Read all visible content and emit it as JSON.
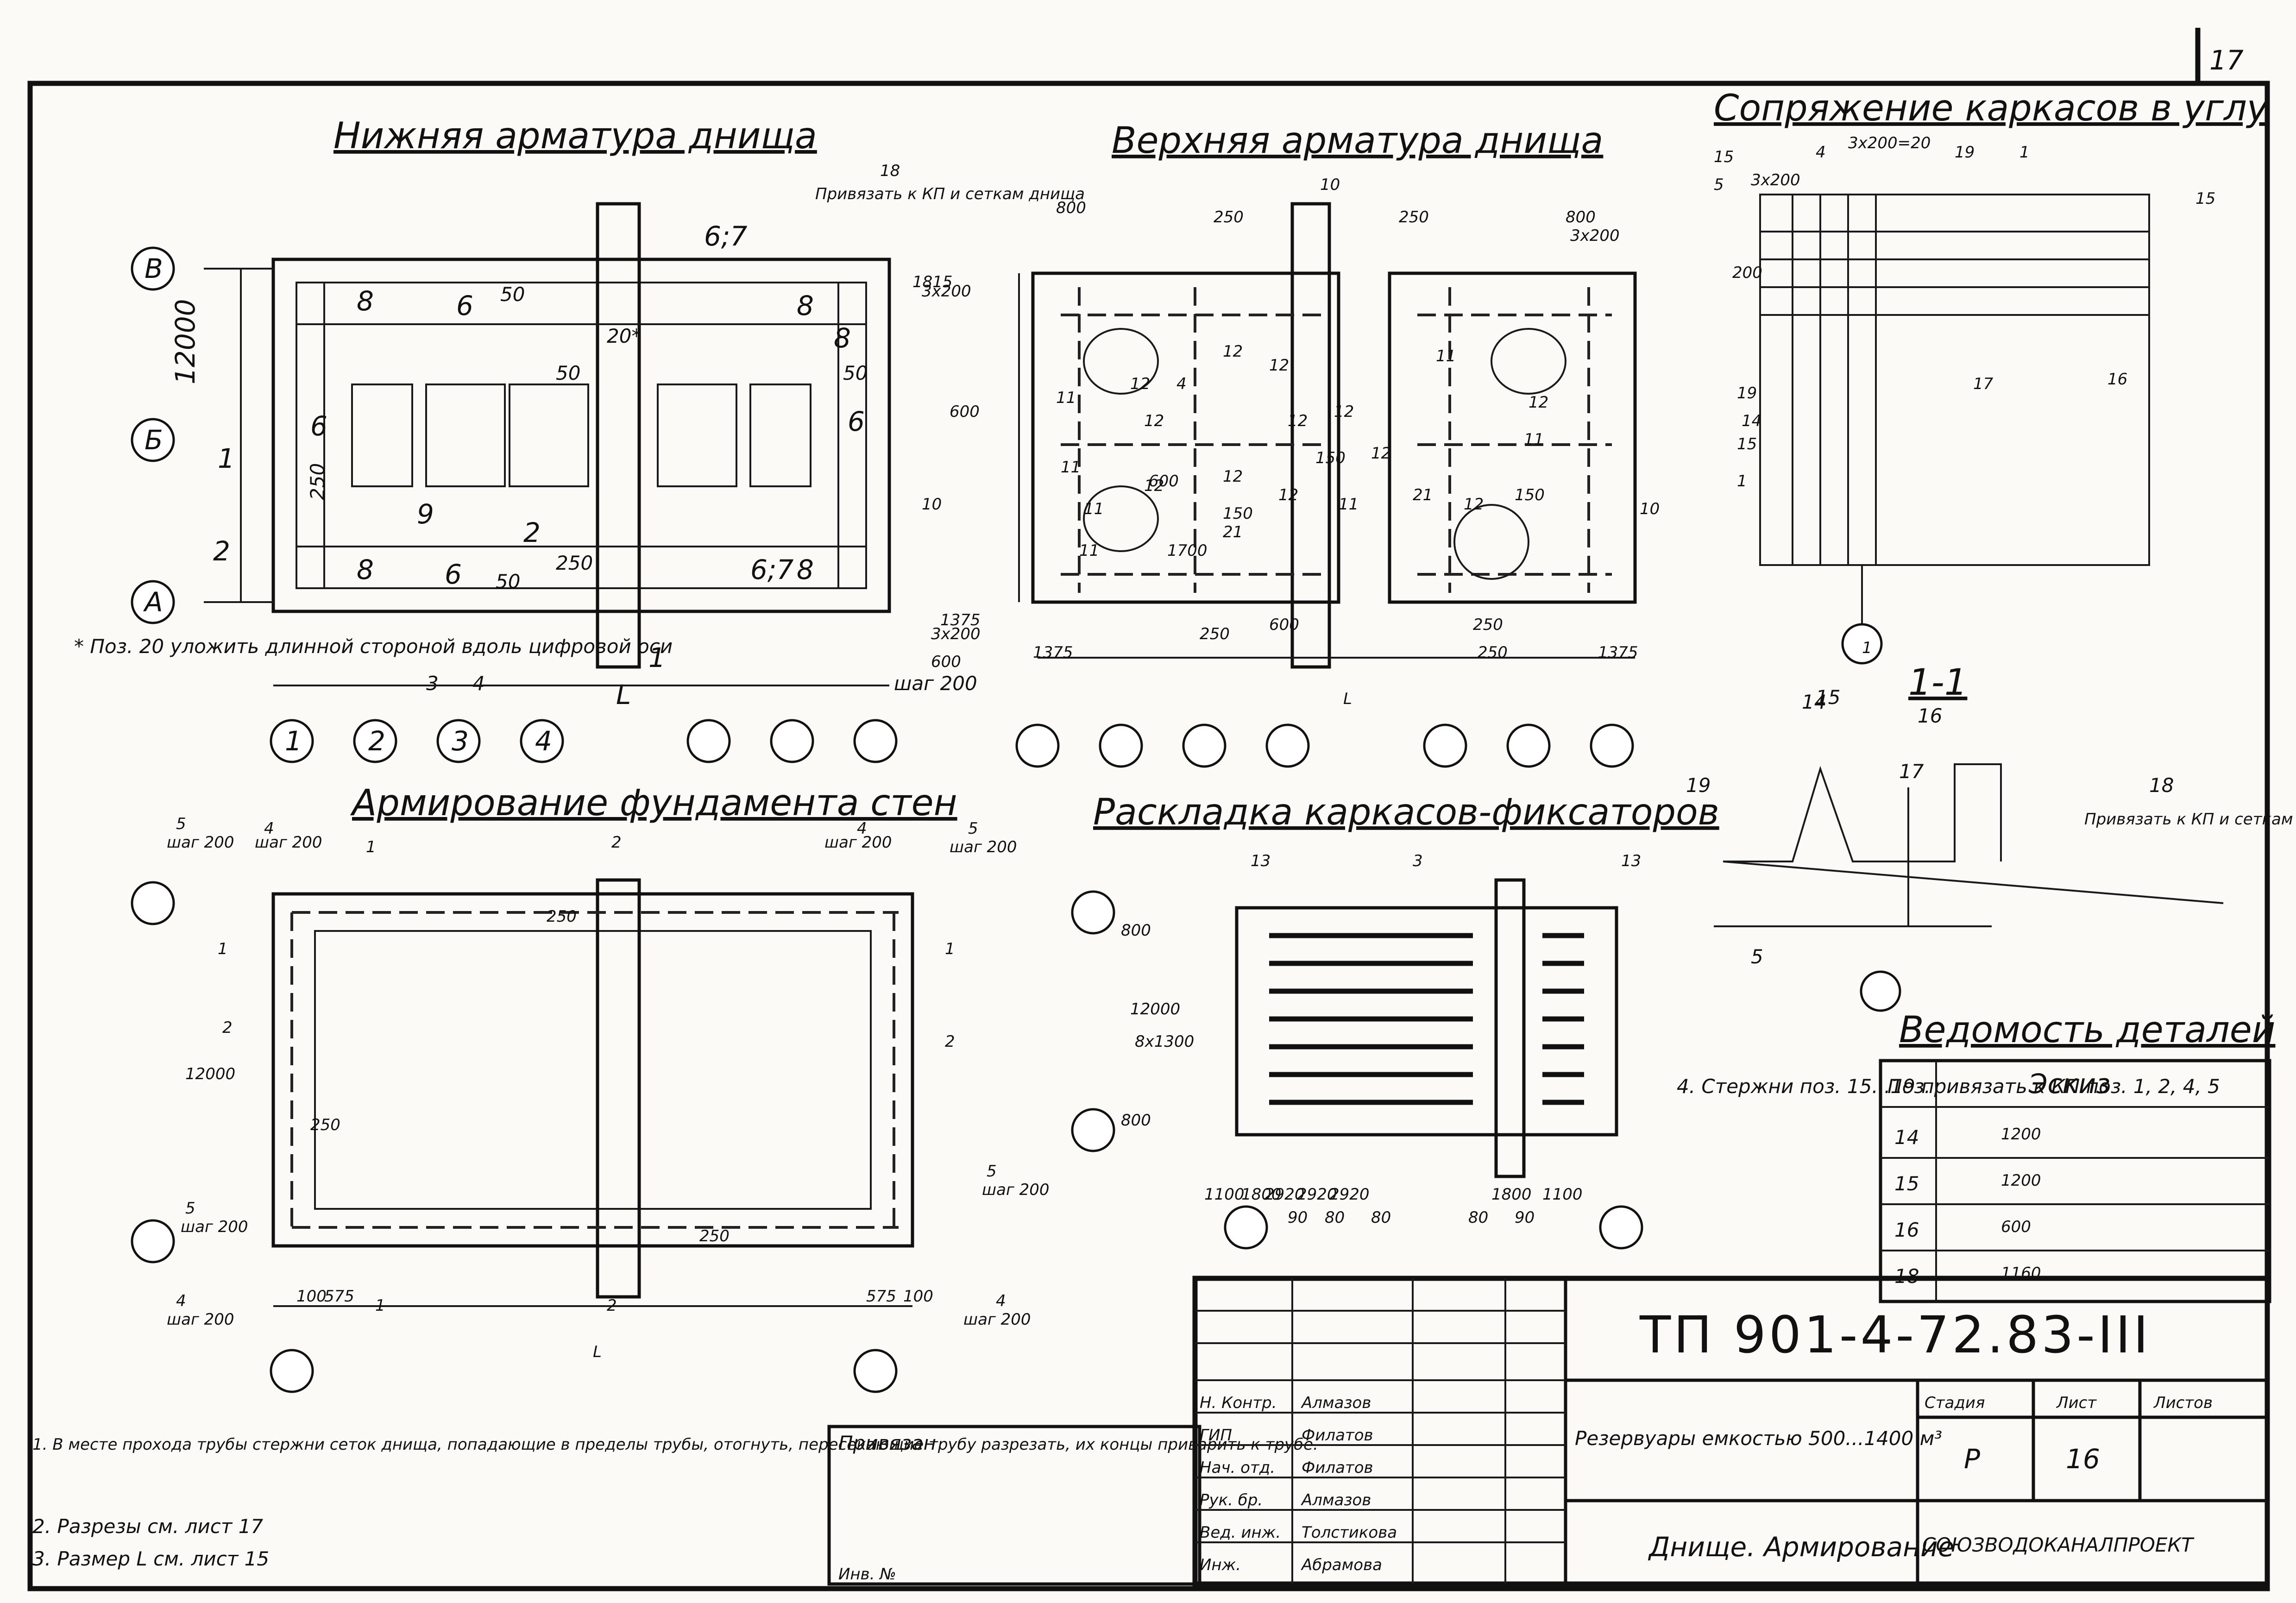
{
  "sheet_corner_number": "17",
  "views": {
    "bottom_rebar": {
      "title": "Нижняя арматура днища",
      "marks": [
        "6;7",
        "8",
        "6",
        "50",
        "8",
        "8",
        "50",
        "6",
        "20*",
        "9",
        "2",
        "250",
        "8",
        "6",
        "50",
        "8",
        "6;7",
        "1",
        "3",
        "4",
        "50",
        "6",
        "12000",
        "250",
        "L"
      ],
      "section_marks": [
        "1",
        "2"
      ],
      "footnote": "* Поз. 20 уложить длинной стороной вдоль цифровой оси"
    },
    "top_rebar": {
      "title": "Верхняя арматура днища",
      "marks": [
        "18",
        "10",
        "800",
        "250",
        "250",
        "800",
        "3x200",
        "1815",
        "3x200",
        "600",
        "12",
        "11",
        "12",
        "11",
        "12",
        "4",
        "12",
        "21",
        "12",
        "12",
        "12",
        "11",
        "600",
        "11",
        "12",
        "150",
        "12",
        "11",
        "12",
        "12",
        "11",
        "21",
        "12",
        "11",
        "250",
        "1375",
        "3x200",
        "600",
        "1375",
        "10",
        "250",
        "600",
        "250",
        "1375",
        "10",
        "150",
        "150",
        "1700",
        "L"
      ],
      "attach_note": "Привязать к КП и сеткам днища",
      "pitch_note": "шаг 200"
    },
    "corner_joint": {
      "title": "Сопряжение каркасов в углу",
      "marks": [
        "4",
        "3x200=20",
        "19",
        "1",
        "15",
        "15",
        "5",
        "3x200",
        "200",
        "17",
        "16",
        "19",
        "14",
        "15",
        "1",
        "1"
      ],
      "section_title": "1-1"
    },
    "section_1_1": {
      "marks": [
        "14",
        "15",
        "16",
        "17",
        "19",
        "5",
        "18"
      ],
      "attach_note": "Привязать к КП и сеткам днища"
    },
    "wall_foundation": {
      "title": "Армирование фундамента стен",
      "marks": [
        "5",
        "шаг 200",
        "4",
        "шаг 200",
        "1",
        "2",
        "4",
        "шаг 200",
        "5",
        "шаг 200",
        "250",
        "1",
        "1",
        "2",
        "2",
        "250",
        "12000",
        "5",
        "шаг 200",
        "250",
        "5",
        "шаг 200",
        "4",
        "шаг 200",
        "100",
        "575",
        "1",
        "2",
        "575",
        "100",
        "4",
        "шаг 200",
        "L"
      ]
    },
    "frame_layout": {
      "title": "Раскладка каркасов-фиксаторов",
      "marks": [
        "13",
        "3",
        "13",
        "800",
        "8x1300",
        "12000",
        "800",
        "1100",
        "1800",
        "2920",
        "2920",
        "2920",
        "1800",
        "1100",
        "90",
        "80",
        "80",
        "80",
        "90"
      ],
      "note": "4. Стержни поз. 15...19 привязать к КП поз. 1, 2, 4, 5"
    }
  },
  "axes": {
    "letters": [
      "В",
      "Б",
      "А"
    ],
    "numbers": [
      "1",
      "2",
      "3",
      "4"
    ]
  },
  "details_schedule": {
    "title": "Ведомость деталей",
    "headers": [
      "Поз.",
      "Эскиз"
    ],
    "rows": [
      {
        "pos": "14",
        "sketch": "1200"
      },
      {
        "pos": "15",
        "sketch": "1200"
      },
      {
        "pos": "16",
        "sketch": "600"
      },
      {
        "pos": "18",
        "sketch": "1160"
      }
    ]
  },
  "general_notes": [
    "1. В месте прохода трубы стержни сеток днища, попадающие в пределы трубы, отогнуть, пересекающие трубу разрезать, их концы приварить к трубе.",
    "2. Разрезы см. лист 17",
    "3. Размер L см. лист 15"
  ],
  "title_block": {
    "code": "ТП 901-4-72.83-III",
    "binding_label": "Привязан",
    "inv_label": "Инв. №",
    "staff": [
      {
        "role": "Н. Контр.",
        "name": "Алмазов"
      },
      {
        "role": "ГИП",
        "name": "Филатов"
      },
      {
        "role": "Нач. отд.",
        "name": "Филатов"
      },
      {
        "role": "Рук. бр.",
        "name": "Алмазов"
      },
      {
        "role": "Вед. инж.",
        "name": "Толстикова"
      },
      {
        "role": "Инж.",
        "name": "Абрамова"
      }
    ],
    "project_name": "Резервуары емкостью 500...1400 м³",
    "sheet_name": "Днище. Армирование",
    "stage_label": "Стадия",
    "sheet_label": "Лист",
    "sheets_label": "Листов",
    "stage": "Р",
    "sheet": "16",
    "organization": "СОЮЗВОДОКАНАЛПРОЕКТ"
  }
}
